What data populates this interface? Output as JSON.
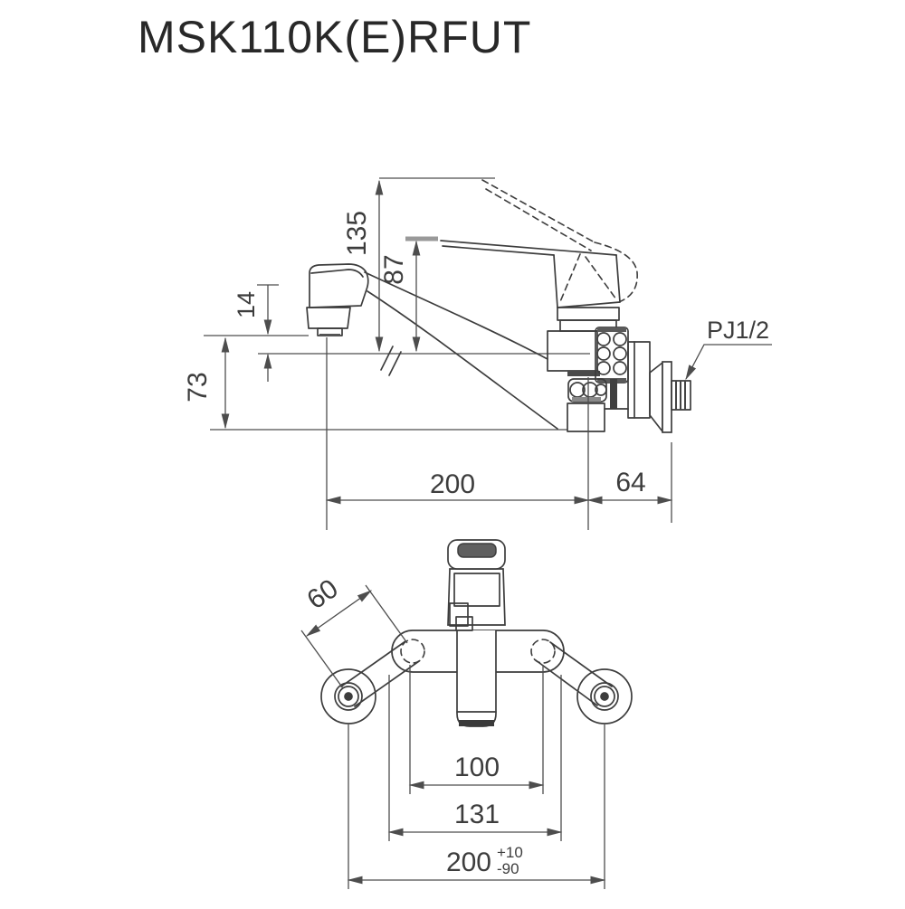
{
  "title": "MSK110K(E)RFUT",
  "labels": {
    "connection": "PJ1/2"
  },
  "side_view": {
    "dim_total_height": "135",
    "dim_lever_height": "87",
    "dim_spout_offset": "14",
    "dim_below_depth": "73",
    "dim_spout_reach": "200",
    "dim_wall_offset": "64"
  },
  "front_view": {
    "dim_leg_length": "60",
    "dim_hole_pitch": "100",
    "dim_body_width": "131",
    "dim_mount_pitch": "200",
    "dim_mount_tol_plus": "+10",
    "dim_mount_tol_minus": "-90"
  }
}
